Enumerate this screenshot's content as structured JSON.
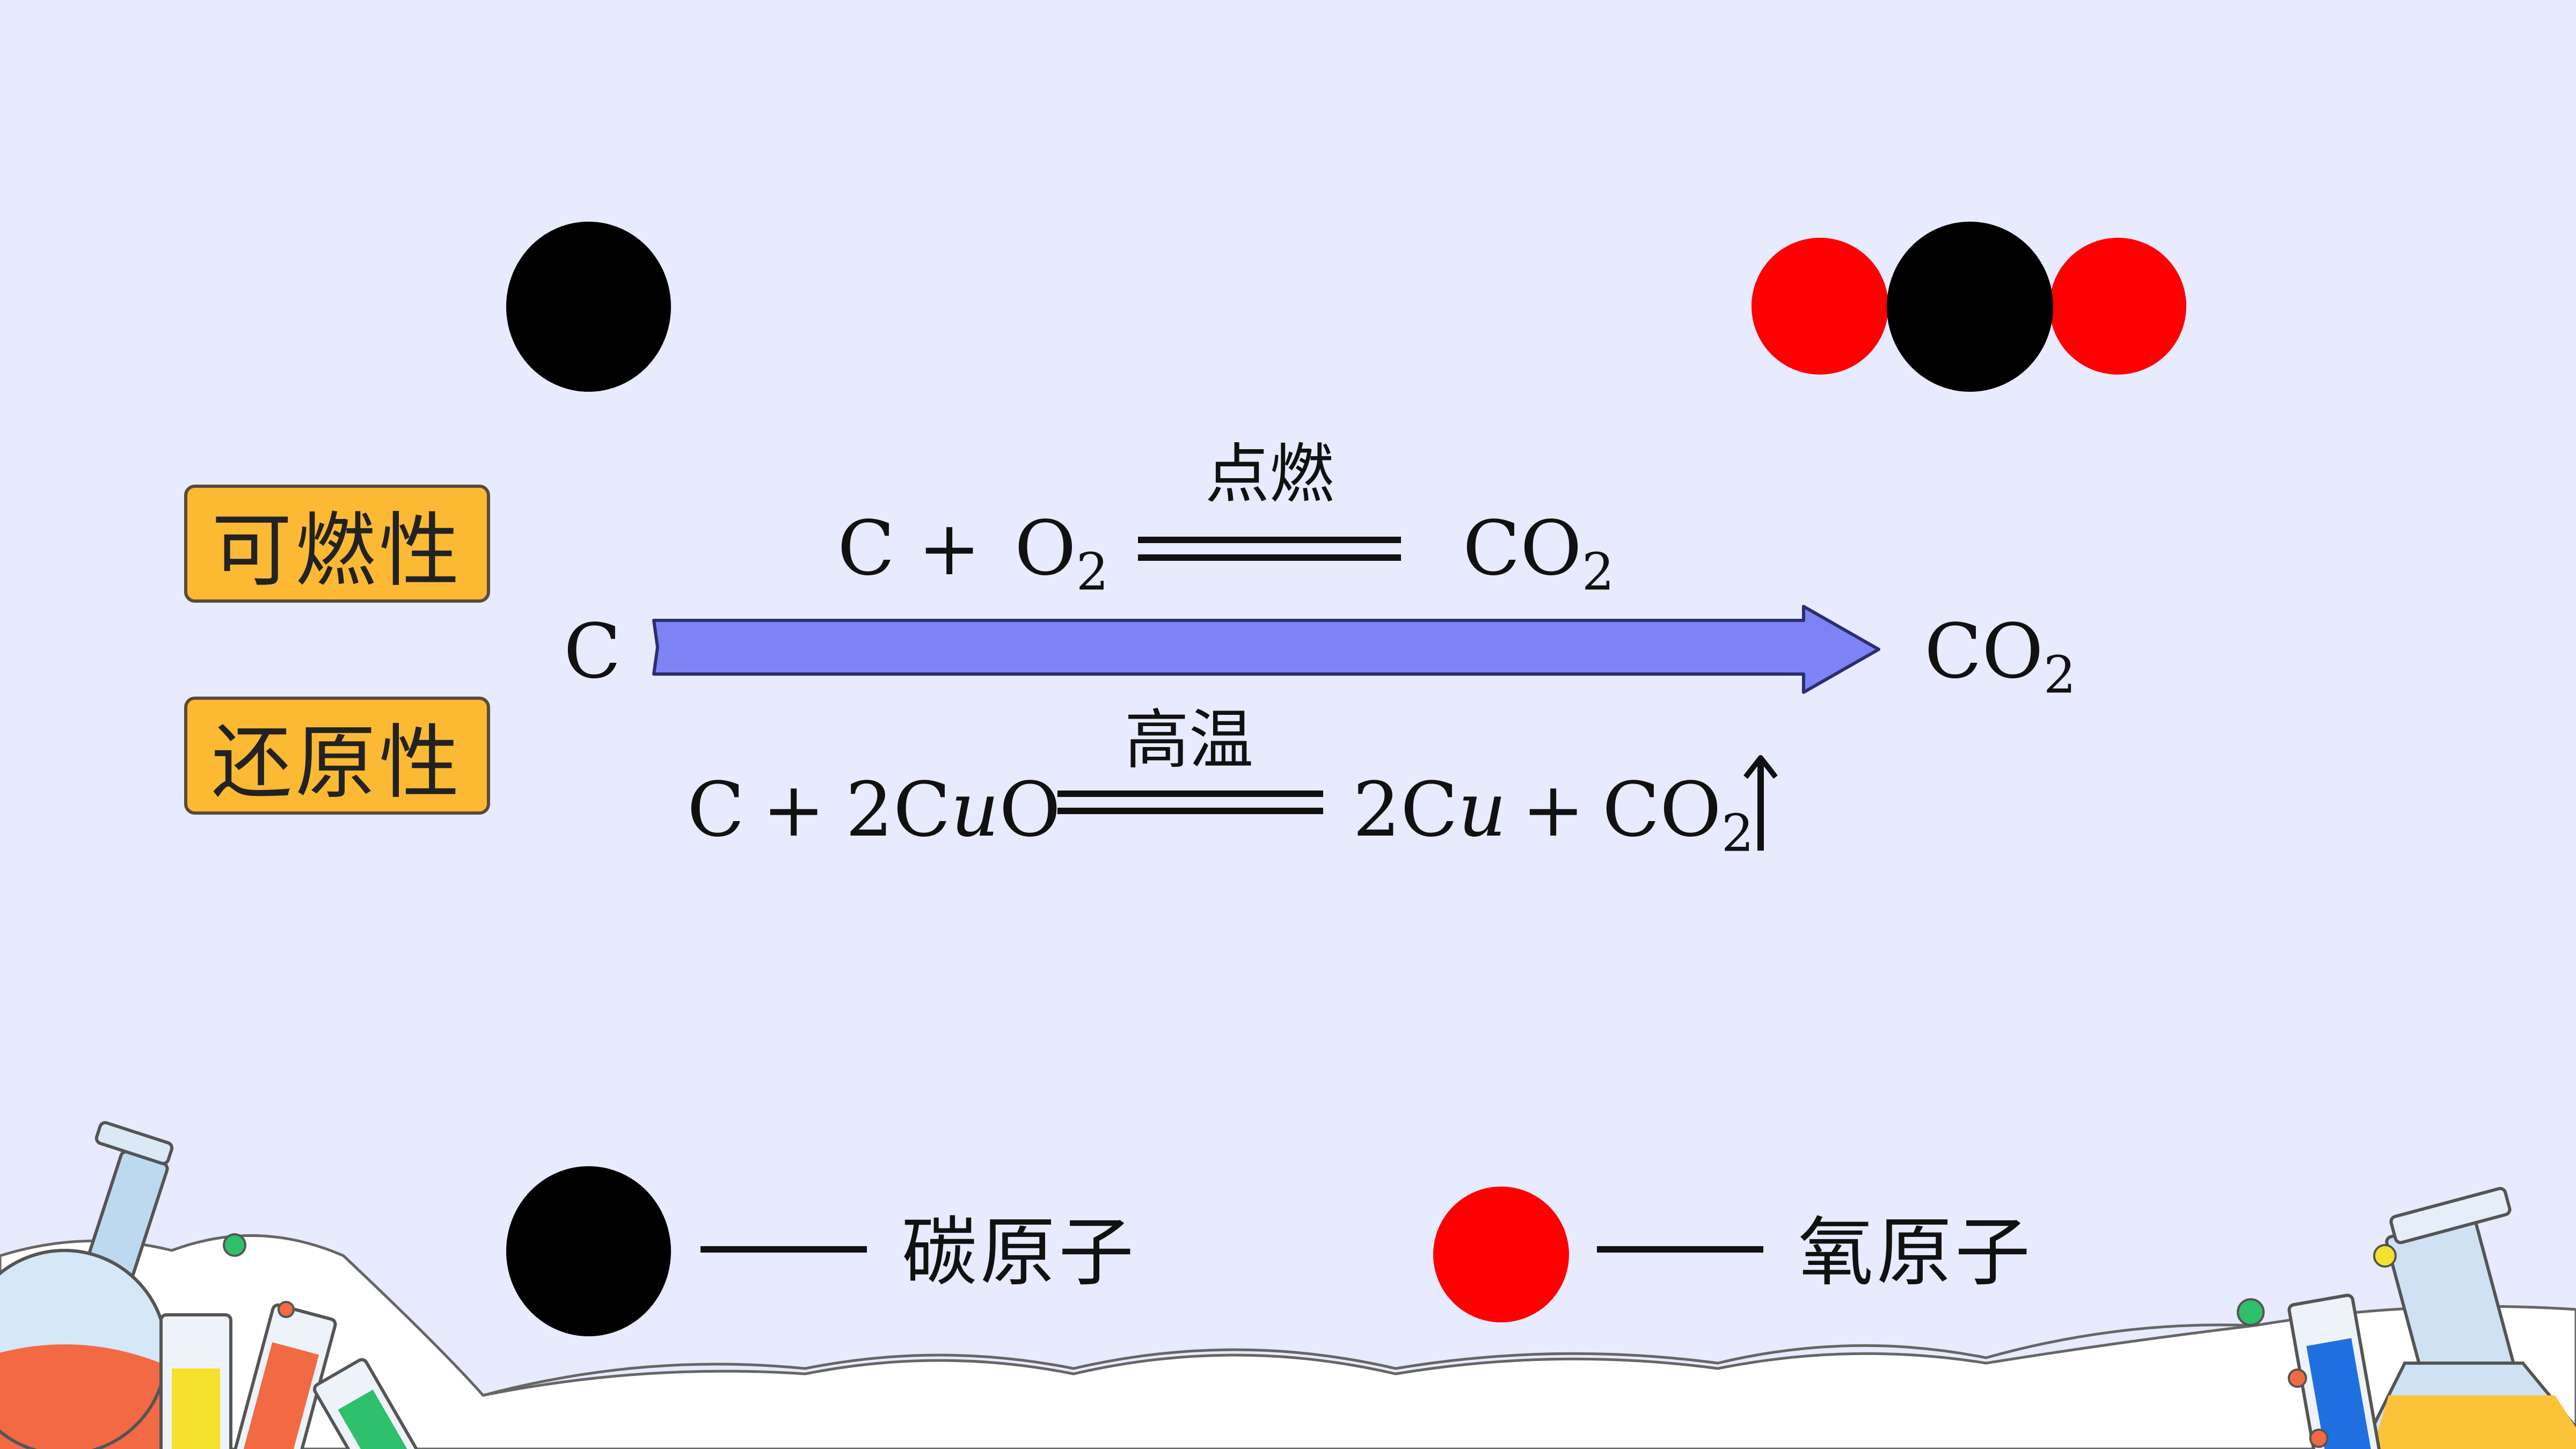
{
  "atoms_top": {
    "carbon": {
      "color": "#000000"
    },
    "co2": {
      "left_oxygen": "#ff0000",
      "carbon": "#000000",
      "right_oxygen": "#ff0000"
    }
  },
  "labels": {
    "combustibility": "可燃性",
    "reducibility": "还原性"
  },
  "center": {
    "left": "C",
    "right_main": "CO",
    "right_sub": "2",
    "arrow_color": "#7b83f5"
  },
  "reaction1": {
    "condition": "点燃",
    "c": "C",
    "plus": "+",
    "o": "O",
    "o_sub": "2",
    "product": "CO",
    "product_sub": "2"
  },
  "reaction2": {
    "condition": "高温",
    "c": "C",
    "plus1": "+",
    "cuo_a": "2C",
    "cuo_u": "u",
    "cuo_b": "O",
    "cu_a": "2C",
    "cu_u": "u",
    "plus2": "+",
    "co2": "CO",
    "co2_sub": "2",
    "gas_arrow": "↑"
  },
  "legend": {
    "carbon": {
      "label": "碳原子",
      "color": "#000000"
    },
    "oxygen": {
      "label": "氧原子",
      "color": "#ff0000"
    }
  }
}
